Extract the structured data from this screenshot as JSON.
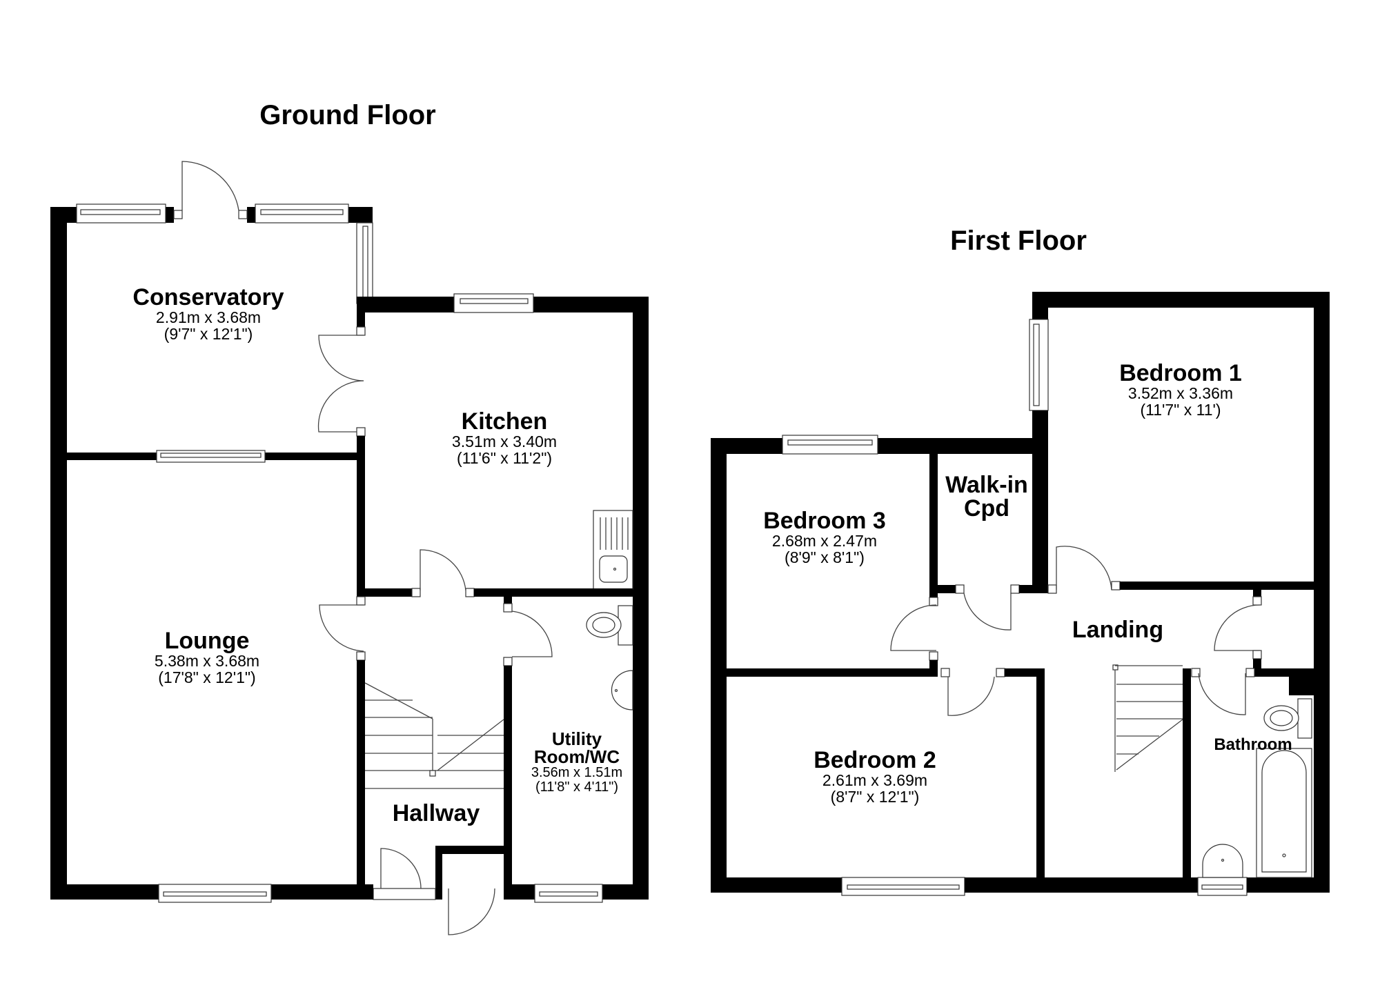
{
  "floors": [
    {
      "title": "Ground Floor",
      "rooms": [
        {
          "name": "Conservatory",
          "metric": "2.91m x 3.68m",
          "imperial": "(9'7\" x 12'1\")"
        },
        {
          "name": "Kitchen",
          "metric": "3.51m x 3.40m",
          "imperial": "(11'6\" x 11'2\")"
        },
        {
          "name": "Lounge",
          "metric": "5.38m x 3.68m",
          "imperial": "(17'8\" x 12'1\")"
        },
        {
          "name": "Hallway"
        },
        {
          "name": "Utility Room/WC",
          "name_lines": [
            "Utility",
            "Room/WC"
          ],
          "metric": "3.56m x 1.51m",
          "imperial": "(11'8\" x 4'11\")"
        }
      ]
    },
    {
      "title": "First Floor",
      "rooms": [
        {
          "name": "Bedroom 1",
          "metric": "3.52m x 3.36m",
          "imperial": "(11'7\" x 11')"
        },
        {
          "name": "Bedroom 3",
          "metric": "2.68m x 2.47m",
          "imperial": "(8'9\" x 8'1\")"
        },
        {
          "name": "Walk-in Cpd",
          "name_lines": [
            "Walk-in",
            "Cpd"
          ]
        },
        {
          "name": "Landing"
        },
        {
          "name": "Bedroom 2",
          "metric": "2.61m x 3.69m",
          "imperial": "(8'7\" x 12'1\")"
        },
        {
          "name": "Bathroom"
        }
      ]
    }
  ],
  "colors": {
    "wall": "#000000",
    "background": "#ffffff",
    "fixture_line": "#444444"
  }
}
